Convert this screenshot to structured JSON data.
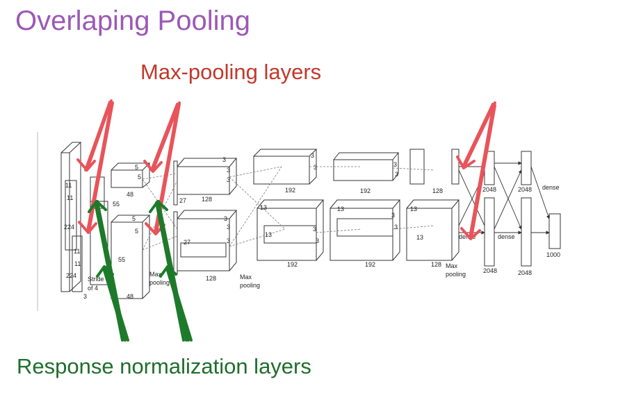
{
  "title": "Overlaping Pooling",
  "max_pooling_label": "Max-pooling layers",
  "response_norm_label": "Response normalization layers",
  "colors": {
    "title": "#9b59b6",
    "max_pooling": "#c0392b",
    "response_norm": "#1f6e2b",
    "red_arrow": "#e8545a",
    "green_arrow": "#1d7a2a"
  },
  "diagram_labels": {
    "input_224_a": "224",
    "input_224_b": "224",
    "input_11_a": "11",
    "input_11_b": "11",
    "input_11_c": "11",
    "input_11_d": "11",
    "input_3": "3",
    "stride": "Stride",
    "of_4": "of 4",
    "c1_5a": "5",
    "c1_5b": "5",
    "c1_5c": "5",
    "c1_5d": "5",
    "c1_48_top": "48",
    "c1_55_top": "55",
    "c1_55_bottom": "55",
    "c1_48_bottom": "48",
    "max1": "Max",
    "pool1": "pooling",
    "c2_3a": "3",
    "c2_3b": "3",
    "c2_3c": "3",
    "c2_3d": "3",
    "c2_3e": "3",
    "c2_3f": "3",
    "c2_27a": "27",
    "c2_27b": "27",
    "c2_128_top": "128",
    "c2_128_bottom": "128",
    "max2": "Max",
    "pool2": "pooling",
    "c3_3a": "3",
    "c3_3b": "3",
    "c3_3c": "3",
    "c3_3d": "3",
    "c3_13a": "13",
    "c3_13b": "13",
    "c3_192_top": "192",
    "c3_192_bottom": "192",
    "c4_3a": "3",
    "c4_3b": "3",
    "c4_3c": "3",
    "c4_3d": "3",
    "c4_13": "13",
    "c4_192_top": "192",
    "c4_192_bottom": "192",
    "c5_13a": "13",
    "c5_13b": "13",
    "c5_128_top": "128",
    "c5_128_bottom": "128",
    "max3": "Max",
    "pool3": "pooling",
    "fc_2048_a": "2048",
    "fc_2048_b": "2048",
    "fc_2048_c": "2048",
    "fc_2048_d": "2048",
    "dense_a": "dense",
    "dense_b": "dense",
    "dense_c": "dense",
    "out_1000": "1000"
  }
}
